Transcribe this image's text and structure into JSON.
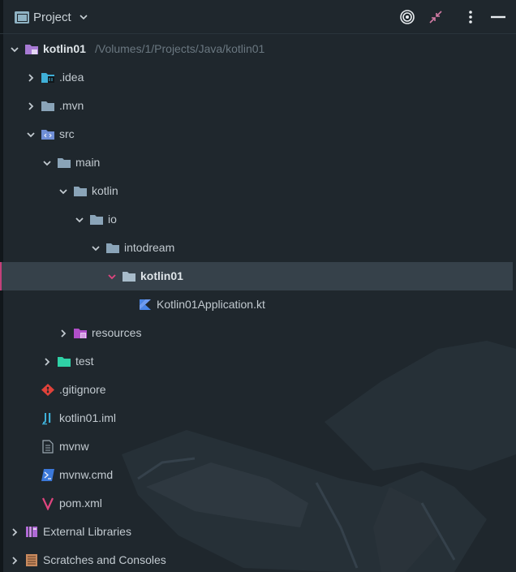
{
  "header": {
    "title": "Project",
    "icons": [
      "project-view-icon",
      "chevron-down-icon",
      "locate-target-icon",
      "collapse-all-icon",
      "more-options-icon",
      "hide-panel-icon"
    ]
  },
  "tree": {
    "root": {
      "label": "kotlin01",
      "path": "/Volumes/1/Projects/Java/kotlin01",
      "icon": "module-folder-icon"
    },
    "items": [
      {
        "label": ".idea",
        "icon": "idea-folder-icon"
      },
      {
        "label": ".mvn",
        "icon": "folder-icon"
      },
      {
        "label": "src",
        "icon": "source-folder-icon"
      },
      {
        "label": "main",
        "icon": "folder-icon"
      },
      {
        "label": "kotlin",
        "icon": "folder-icon"
      },
      {
        "label": "io",
        "icon": "folder-icon"
      },
      {
        "label": "intodream",
        "icon": "folder-icon"
      },
      {
        "label": "kotlin01",
        "icon": "folder-icon",
        "selected": true
      },
      {
        "label": "Kotlin01Application.kt",
        "icon": "kotlin-file-icon"
      },
      {
        "label": "resources",
        "icon": "resources-folder-icon"
      },
      {
        "label": "test",
        "icon": "test-folder-icon"
      },
      {
        "label": ".gitignore",
        "icon": "git-icon"
      },
      {
        "label": "kotlin01.iml",
        "icon": "iml-file-icon"
      },
      {
        "label": "mvnw",
        "icon": "text-file-icon"
      },
      {
        "label": "mvnw.cmd",
        "icon": "cmd-file-icon"
      },
      {
        "label": "pom.xml",
        "icon": "maven-icon"
      },
      {
        "label": "External Libraries",
        "icon": "libraries-icon"
      },
      {
        "label": "Scratches and Consoles",
        "icon": "scratches-icon"
      }
    ]
  },
  "colors": {
    "background": "#1f272d",
    "selection": "#36414a",
    "accent": "#c3407a",
    "folder": "#8aa4b8",
    "text": "#c2cad0"
  }
}
